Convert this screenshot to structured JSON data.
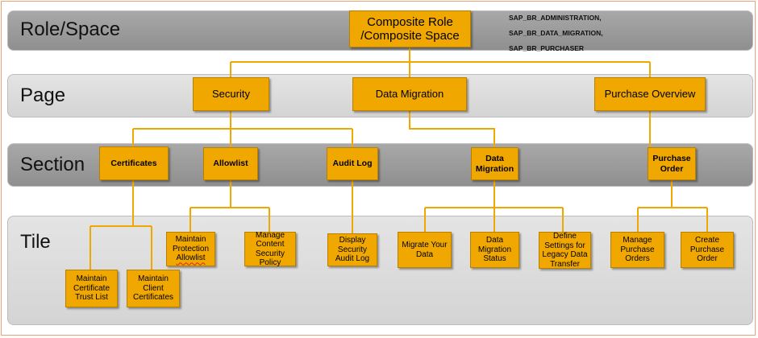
{
  "bands": {
    "role": "Role/Space",
    "page": "Page",
    "section": "Section",
    "tile": "Tile"
  },
  "role_node": "Composite Role\n/Composite Space",
  "roles": [
    "SAP_BR_ADMINISTRATION,",
    "SAP_BR_DATA_MIGRATION,",
    "SAP_BR_PURCHASER"
  ],
  "pages": {
    "security": "Security",
    "data_migration": "Data Migration",
    "purchase_overview": "Purchase Overview"
  },
  "sections": {
    "certificates": "Certificates",
    "allowlist": "Allowlist",
    "audit_log": "Audit Log",
    "data_migration": "Data\nMigration",
    "purchase_order": "Purchase\nOrder"
  },
  "tiles": {
    "maintain_cert_trust": "Maintain\nCertificate\nTrust List",
    "maintain_client_certs": "Maintain\nClient\nCertificates",
    "maintain_protection_pre": "Maintain\nProtection\n",
    "maintain_protection_word": "Allowlist",
    "manage_csp": "Manage\nContent\nSecurity\nPolicy",
    "display_audit": "Display\nSecurity\nAudit Log",
    "migrate_data": "Migrate Your\nData",
    "migration_status": "Data\nMigration\nStatus",
    "define_settings": "Define\nSettings for\nLegacy Data\nTransfer",
    "manage_po": "Manage\nPurchase\nOrders",
    "create_po": "Create\nPurchase\nOrder"
  },
  "colors": {
    "node_fill": "#f0a800",
    "connector": "#f0a800",
    "band_dark": "#9a9a9a",
    "band_light": "#dcdcdc"
  }
}
